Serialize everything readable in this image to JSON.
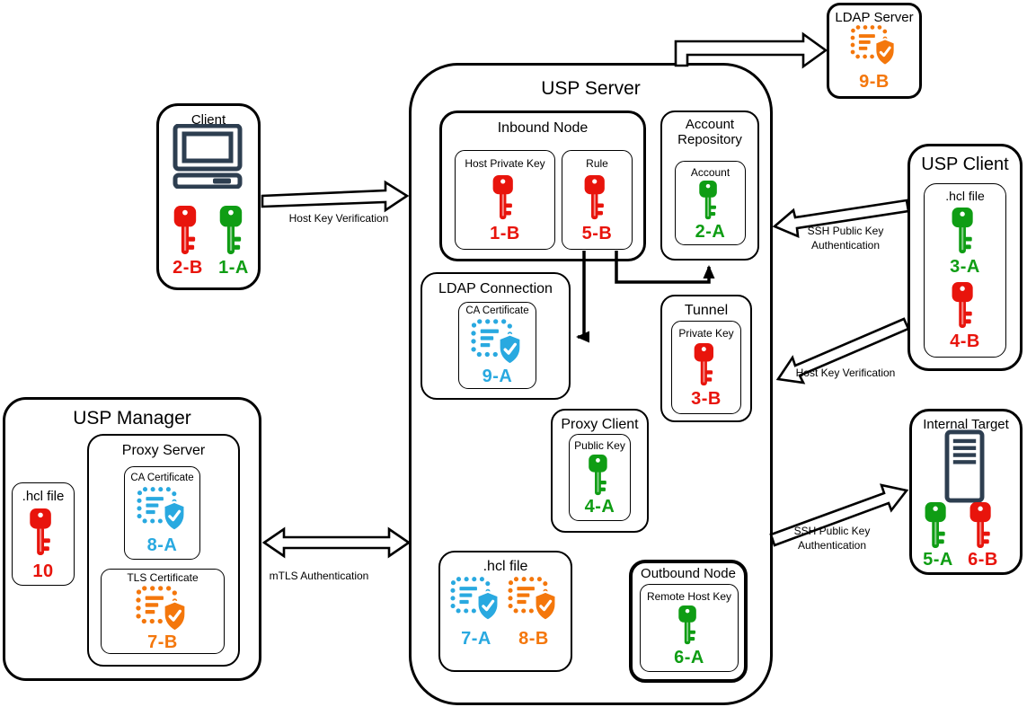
{
  "colors": {
    "red": "#e8140c",
    "green": "#0f9d14",
    "blue": "#29a9e0",
    "orange": "#f4770c",
    "dark": "#2d3e50"
  },
  "client": {
    "title": "Client",
    "icon": "computer-icon",
    "keys": [
      {
        "icon": "key",
        "value": "2-B",
        "color": "red"
      },
      {
        "icon": "key",
        "value": "1-A",
        "color": "green"
      }
    ]
  },
  "usp_server": {
    "title": "USP Server",
    "inbound_node": {
      "title": "Inbound Node",
      "items": [
        {
          "icon": "key",
          "label": "Host Private Key",
          "value": "1-B",
          "color": "red"
        },
        {
          "icon": "key",
          "label": "Rule",
          "value": "5-B",
          "color": "red"
        }
      ]
    },
    "account_repository": {
      "title": "Account Repository",
      "items": [
        {
          "icon": "key",
          "label": "Account",
          "value": "2-A",
          "color": "green"
        }
      ]
    },
    "ldap_connection": {
      "title": "LDAP Connection",
      "items": [
        {
          "icon": "certificate",
          "label": "CA Certificate",
          "value": "9-A",
          "color": "blue"
        }
      ]
    },
    "tunnel": {
      "title": "Tunnel",
      "items": [
        {
          "icon": "key",
          "label": "Private Key",
          "value": "3-B",
          "color": "red"
        }
      ]
    },
    "proxy_client": {
      "title": "Proxy Client",
      "items": [
        {
          "icon": "key",
          "label": "Public Key",
          "value": "4-A",
          "color": "green"
        }
      ]
    },
    "hcl_file": {
      "title": ".hcl file",
      "items": [
        {
          "icon": "certificate",
          "value": "7-A",
          "color": "blue"
        },
        {
          "icon": "certificate",
          "value": "8-B",
          "color": "orange"
        }
      ]
    },
    "outbound_node": {
      "title": "Outbound Node",
      "items": [
        {
          "icon": "key",
          "label": "Remote Host Key",
          "value": "6-A",
          "color": "green"
        }
      ]
    }
  },
  "ldap_server": {
    "title": "LDAP Server",
    "items": [
      {
        "icon": "certificate",
        "value": "9-B",
        "color": "orange"
      }
    ]
  },
  "usp_client": {
    "title": "USP Client",
    "hcl_file": {
      "title": ".hcl file",
      "items": [
        {
          "icon": "key",
          "value": "3-A",
          "color": "green"
        },
        {
          "icon": "key",
          "value": "4-B",
          "color": "red"
        }
      ]
    }
  },
  "internal_target": {
    "title": "Internal Target",
    "icon": "server-icon",
    "keys": [
      {
        "icon": "key",
        "value": "5-A",
        "color": "green"
      },
      {
        "icon": "key",
        "value": "6-B",
        "color": "red"
      }
    ]
  },
  "usp_manager": {
    "title": "USP Manager",
    "hcl_file": {
      "title": ".hcl file",
      "items": [
        {
          "icon": "key",
          "value": "10",
          "color": "red"
        }
      ]
    },
    "proxy_server": {
      "title": "Proxy Server",
      "items": [
        {
          "icon": "certificate",
          "label": "CA Certificate",
          "value": "8-A",
          "color": "blue"
        },
        {
          "icon": "certificate",
          "label": "TLS Certificate",
          "value": "7-B",
          "color": "orange"
        }
      ]
    }
  },
  "arrows": {
    "client_to_server": {
      "label": "Host Key Verification"
    },
    "ssh_auth_client": {
      "line1": "SSH Public Key",
      "line2": "Authentication"
    },
    "host_key_client": {
      "label": "Host Key Verification"
    },
    "mtls": {
      "label": "mTLS Authentication"
    },
    "ssh_auth_target": {
      "line1": "SSH Public Key",
      "line2": "Authentication"
    }
  }
}
